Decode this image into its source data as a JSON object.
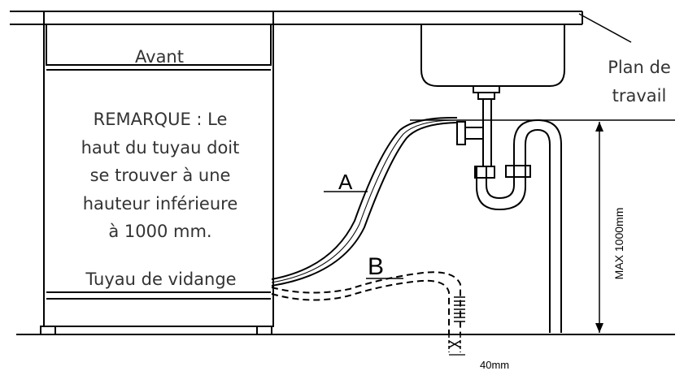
{
  "labels": {
    "front": "Avant",
    "note_lines": [
      "REMARQUE : Le",
      "haut du tuyau doit",
      "se trouver à une",
      "hauteur inférieure",
      "à 1000 mm."
    ],
    "drain_hose": "Tuyau de vidange",
    "countertop_lines": [
      "Plan de",
      "travail"
    ],
    "hose_a": "A",
    "hose_b": "B",
    "max_height": "MAX 1000mm",
    "width_40": "40mm"
  },
  "colors": {
    "line": "#000000",
    "text": "#333333"
  }
}
